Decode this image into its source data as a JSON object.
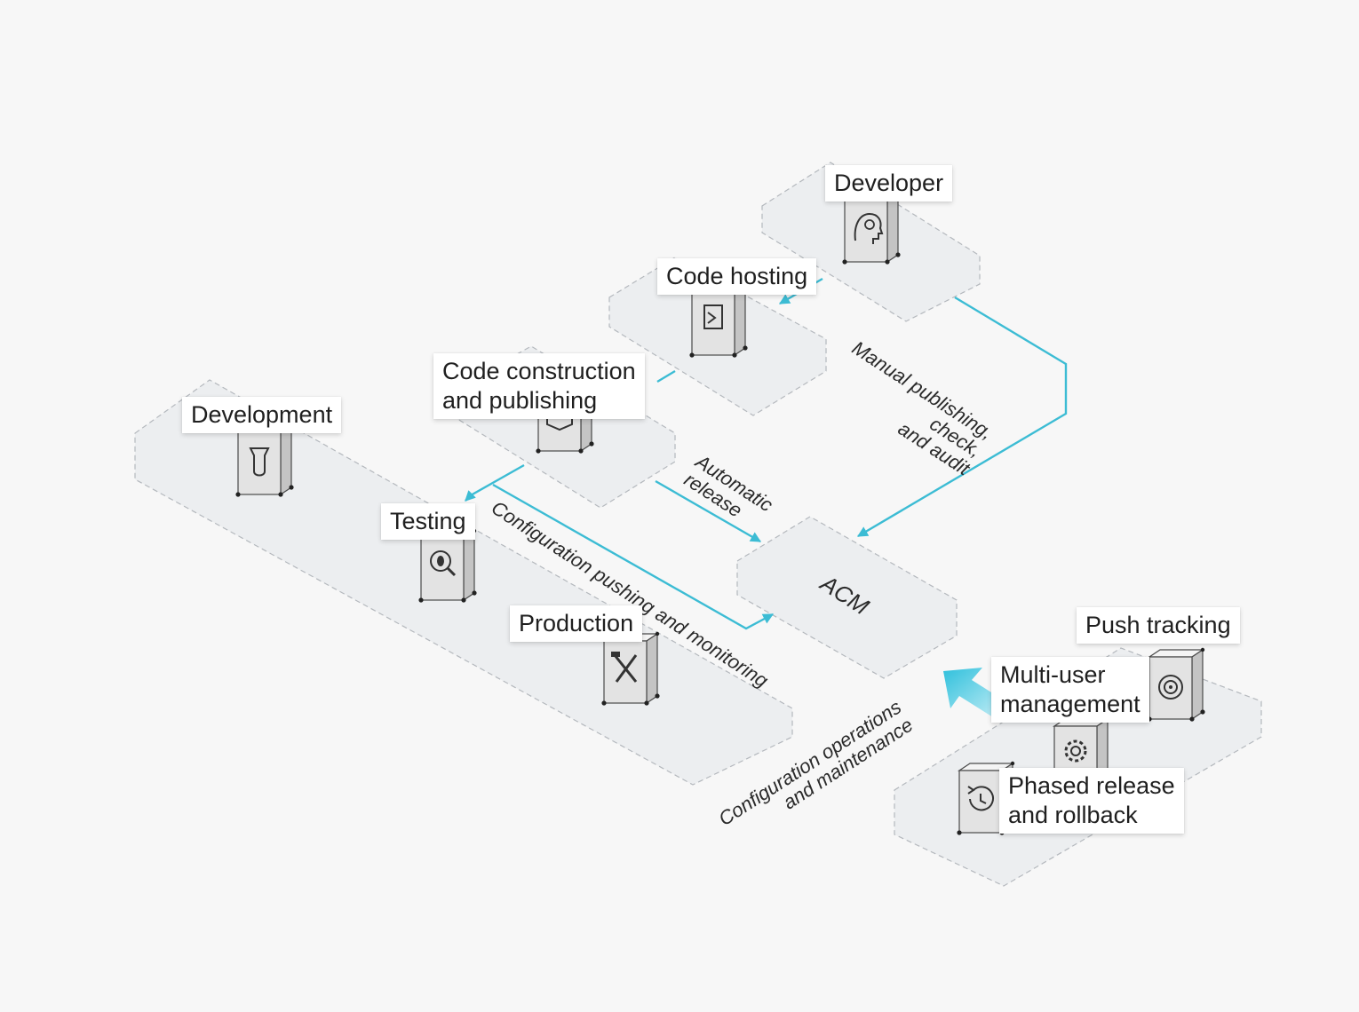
{
  "nodes": {
    "developer": "Developer",
    "code_hosting": "Code hosting",
    "code_construction": [
      "Code construction",
      "and publishing"
    ],
    "development": "Development",
    "testing": "Testing",
    "production": "Production",
    "acm": "ACM",
    "push_tracking": "Push tracking",
    "multi_user": [
      "Multi-user",
      "management"
    ],
    "phased_release": [
      "Phased release",
      "and rollback"
    ]
  },
  "flows": {
    "manual_publishing": [
      "Manual publishing,",
      "check,",
      "and audit"
    ],
    "automatic_release": [
      "Automatic",
      "release"
    ],
    "config_pushing": "Configuration pushing and monitoring",
    "config_operations": [
      "Configuration operations",
      "and maintenance"
    ]
  },
  "icons": {
    "developer": "head-gear-icon",
    "code_hosting": "code-file-icon",
    "code_construction": "box-icon",
    "development": "scroll-icon",
    "testing": "bug-search-icon",
    "production": "hammer-wrench-icon",
    "push_tracking": "target-icon",
    "multi_user": "gear-icon",
    "phased_release": "rollback-clock-icon"
  },
  "colors": {
    "flow_line": "#3cbcd4",
    "platform_fill": "#eceef0",
    "platform_border": "#b4b8bd",
    "server_face": "#e3e3e3"
  }
}
